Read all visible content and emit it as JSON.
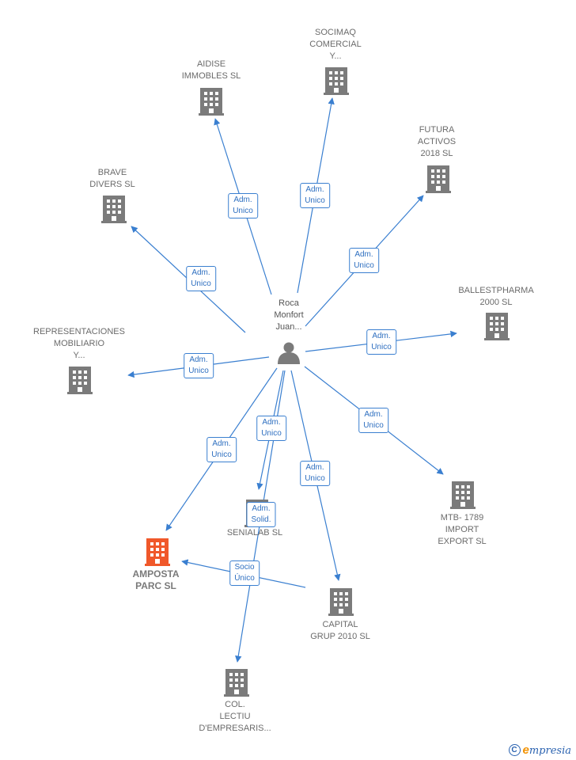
{
  "center": {
    "label": [
      "Roca",
      "Monfort",
      "Juan..."
    ],
    "icon": "person-icon"
  },
  "nodes": [
    {
      "id": "aidise",
      "label": [
        "AIDISE",
        "IMMOBLES SL"
      ],
      "icon": "building-icon",
      "highlight": false
    },
    {
      "id": "socimaq",
      "label": [
        "SOCIMAQ",
        "COMERCIAL",
        "Y..."
      ],
      "icon": "building-icon",
      "highlight": false
    },
    {
      "id": "futura",
      "label": [
        "FUTURA",
        "ACTIVOS",
        "2018 SL"
      ],
      "icon": "building-icon",
      "highlight": false
    },
    {
      "id": "brave",
      "label": [
        "BRAVE",
        "DIVERS SL"
      ],
      "icon": "building-icon",
      "highlight": false
    },
    {
      "id": "ballest",
      "label": [
        "BALLESTPHARMA",
        "2000 SL"
      ],
      "icon": "building-icon",
      "highlight": false
    },
    {
      "id": "repre",
      "label": [
        "REPRESENTACIONES",
        "MOBILIARIO",
        "Y..."
      ],
      "icon": "building-icon",
      "highlight": false
    },
    {
      "id": "mtb",
      "label": [
        "MTB- 1789",
        "IMPORT",
        "EXPORT SL"
      ],
      "icon": "building-icon",
      "highlight": false
    },
    {
      "id": "senialab",
      "label": [
        "SENIALAB SL"
      ],
      "icon": "building-icon",
      "highlight": false
    },
    {
      "id": "amposta",
      "label": [
        "AMPOSTA",
        "PARC SL"
      ],
      "icon": "building-icon",
      "highlight": true
    },
    {
      "id": "capital",
      "label": [
        "CAPITAL",
        "GRUP 2010 SL"
      ],
      "icon": "building-icon",
      "highlight": false
    },
    {
      "id": "col",
      "label": [
        "COL.",
        "LECTIU",
        "D'EMPRESARIS..."
      ],
      "icon": "building-icon",
      "highlight": false
    }
  ],
  "edges": [
    {
      "from": "center",
      "to": "aidise",
      "label": [
        "Adm.",
        "Unico"
      ]
    },
    {
      "from": "center",
      "to": "socimaq",
      "label": [
        "Adm.",
        "Unico"
      ]
    },
    {
      "from": "center",
      "to": "futura",
      "label": [
        "Adm.",
        "Unico"
      ]
    },
    {
      "from": "center",
      "to": "brave",
      "label": [
        "Adm.",
        "Unico"
      ]
    },
    {
      "from": "center",
      "to": "ballest",
      "label": [
        "Adm.",
        "Unico"
      ]
    },
    {
      "from": "center",
      "to": "repre",
      "label": [
        "Adm.",
        "Unico"
      ]
    },
    {
      "from": "center",
      "to": "mtb",
      "label": [
        "Adm.",
        "Unico"
      ]
    },
    {
      "from": "center",
      "to": "senialab",
      "label": [
        "Adm.",
        "Unico"
      ]
    },
    {
      "from": "center",
      "to": "amposta",
      "label": [
        "Adm.",
        "Unico"
      ]
    },
    {
      "from": "center",
      "to": "capital",
      "label": [
        "Adm.",
        "Unico"
      ]
    },
    {
      "from": "center",
      "to": "col",
      "label": [
        "Adm.",
        "Solid."
      ]
    },
    {
      "from": "capital",
      "to": "amposta",
      "label": [
        "Socio",
        "Único"
      ]
    }
  ],
  "colors": {
    "edge": "#3a7fd0",
    "building": "#7b7b7b",
    "building_highlight": "#f0582a",
    "person": "#7b7b7b"
  },
  "footer": {
    "copyright_symbol": "C",
    "brand_initial": "e",
    "brand_rest": "mpresia"
  }
}
